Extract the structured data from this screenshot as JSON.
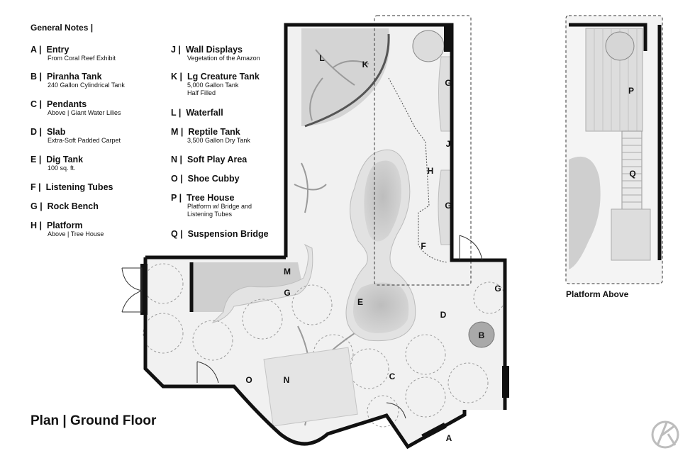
{
  "notes_title": "General Notes |",
  "notes": [
    {
      "key": "A",
      "title": "Entry",
      "lines": [
        "From Coral Reef Exhibit"
      ]
    },
    {
      "key": "B",
      "title": "Piranha Tank",
      "lines": [
        "240 Gallon Cylindrical Tank"
      ]
    },
    {
      "key": "C",
      "title": "Pendants",
      "lines": [
        "Above | Giant Water Lilies"
      ]
    },
    {
      "key": "D",
      "title": "Slab",
      "lines": [
        "Extra-Soft Padded Carpet"
      ]
    },
    {
      "key": "E",
      "title": "Dig Tank",
      "lines": [
        "100 sq. ft."
      ]
    },
    {
      "key": "F",
      "title": "Listening Tubes",
      "lines": []
    },
    {
      "key": "G",
      "title": "Rock Bench",
      "lines": []
    },
    {
      "key": "H",
      "title": "Platform",
      "lines": [
        "Above | Tree House"
      ]
    },
    {
      "key": "J",
      "title": "Wall Displays",
      "lines": [
        "Vegetation of the Amazon"
      ]
    },
    {
      "key": "K",
      "title": "Lg Creature Tank",
      "lines": [
        "5,000 Gallon Tank",
        "Half Filled"
      ]
    },
    {
      "key": "L",
      "title": "Waterfall",
      "lines": []
    },
    {
      "key": "M",
      "title": "Reptile Tank",
      "lines": [
        "3,500 Gallon Dry Tank"
      ]
    },
    {
      "key": "N",
      "title": "Soft Play Area",
      "lines": []
    },
    {
      "key": "O",
      "title": "Shoe Cubby",
      "lines": []
    },
    {
      "key": "P",
      "title": "Tree House",
      "lines": [
        "Platform w/ Bridge and",
        "Listening Tubes"
      ]
    },
    {
      "key": "Q",
      "title": "Suspension Bridge",
      "lines": []
    }
  ],
  "plan_title": "Plan | Ground Floor",
  "platform_title": "Platform Above",
  "plan_labels": {
    "A": "A",
    "B": "B",
    "C": "C",
    "D": "D",
    "E": "E",
    "F": "F",
    "G": "G",
    "H": "H",
    "J": "J",
    "K": "K",
    "L": "L",
    "M": "M",
    "N": "N",
    "O": "O",
    "P": "P",
    "Q": "Q"
  },
  "colors": {
    "wall": "#111111",
    "tank": "#c9c9c9",
    "floor": "#efefef",
    "rock": "#e0e0e0"
  }
}
